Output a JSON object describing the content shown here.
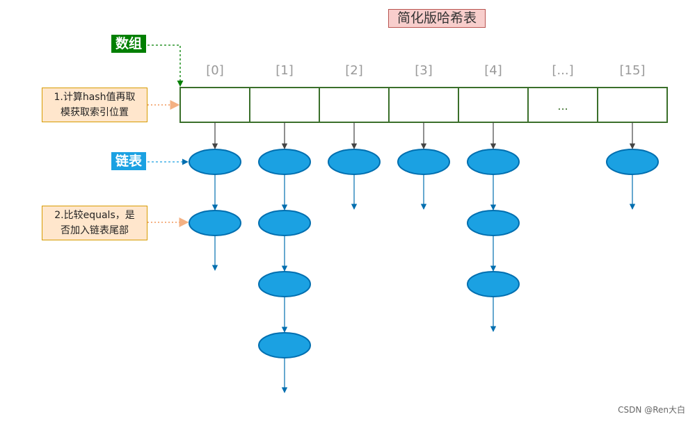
{
  "title": "简化版哈希表",
  "array_label": "数组",
  "list_label": "链表",
  "note1": {
    "line1": "1.计算hash值再取",
    "line2": "模获取索引位置"
  },
  "note2": {
    "line1": "2.比较equals，是",
    "line2": "否加入链表尾部"
  },
  "indices": [
    "[0]",
    "[1]",
    "[2]",
    "[3]",
    "[4]",
    "[...]",
    "[15]"
  ],
  "ellipsis_cell": "...",
  "chain_lengths": [
    2,
    4,
    1,
    1,
    3,
    0,
    1
  ],
  "colors": {
    "array_border": "#3a6f2a",
    "node_fill": "#1ba1e2",
    "node_border": "#006eaf",
    "note_arrow": "#f4b183",
    "green": "#007f00"
  },
  "watermark": "CSDN @Ren大白"
}
